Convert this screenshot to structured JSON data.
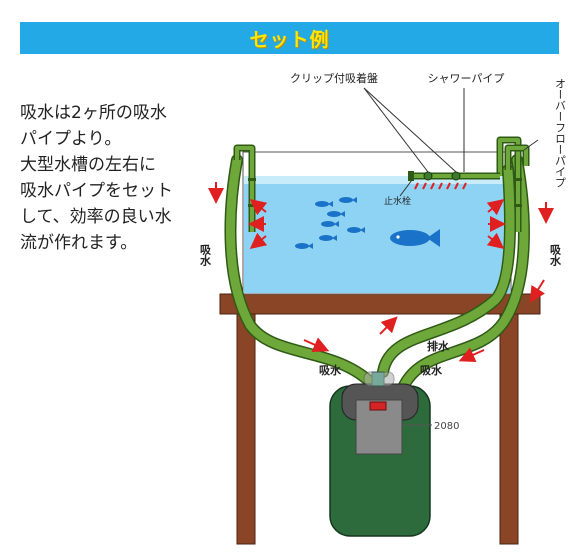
{
  "banner": {
    "title": "セット例"
  },
  "description": {
    "lines": [
      "吸水は2ヶ所の吸水",
      "パイプより。",
      "大型水槽の左右に",
      "吸水パイプをセット",
      "して、効率の良い水",
      "流が作れます。"
    ]
  },
  "labels": {
    "clip_sucker": "クリップ付吸着盤",
    "shower_pipe": "シャワーパイプ",
    "overflow_pipe": "オーバーフローパイプ",
    "stopcock": "止水栓",
    "intake_left": "吸水",
    "intake_right": "吸水",
    "intake_hose_left": "吸水",
    "intake_hose_right": "吸水",
    "outflow": "排水",
    "model": "2080"
  },
  "colors": {
    "banner": "#22a9e6",
    "banner_text": "#ffe600",
    "water": "#8fd3f4",
    "water_top": "#c9ecfb",
    "hose": "#6fa83a",
    "hose_outline": "#2f5a16",
    "stand": "#8a4526",
    "filter": "#2e6b3c",
    "fish": "#1a73c8",
    "arrow": "#e02020"
  }
}
